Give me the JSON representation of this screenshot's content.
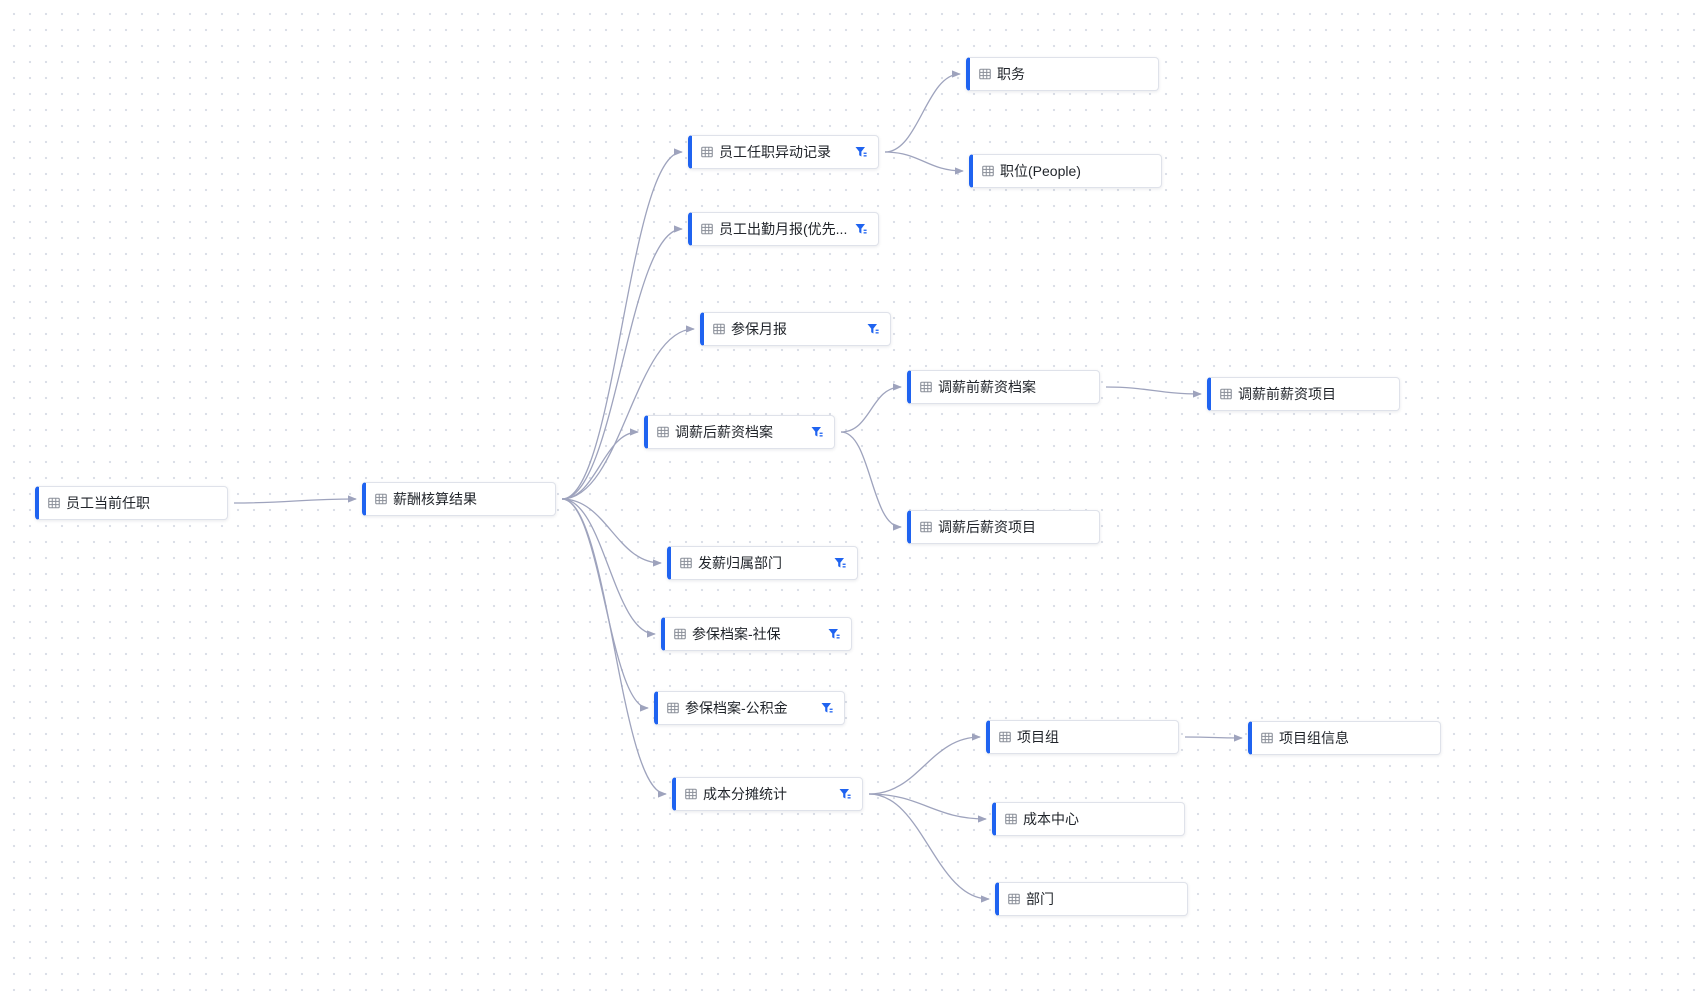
{
  "colors": {
    "accent": "#1f63f0",
    "edge": "#9ea3bd",
    "node_border": "#dfe2ea",
    "text": "#1f2329",
    "icon": "#8a8f99"
  },
  "icons": {
    "table": "table-icon",
    "filter": "filter-icon"
  },
  "nodes": [
    {
      "id": "n1",
      "label": "员工当前任职",
      "filter": false
    },
    {
      "id": "n2",
      "label": "薪酬核算结果",
      "filter": false
    },
    {
      "id": "n3",
      "label": "员工任职异动记录",
      "filter": true
    },
    {
      "id": "n4",
      "label": "员工出勤月报(优先...",
      "filter": true
    },
    {
      "id": "n5",
      "label": "参保月报",
      "filter": true
    },
    {
      "id": "n6",
      "label": "调薪后薪资档案",
      "filter": true
    },
    {
      "id": "n7",
      "label": "发薪归属部门",
      "filter": true
    },
    {
      "id": "n8",
      "label": "参保档案-社保",
      "filter": true
    },
    {
      "id": "n9",
      "label": "参保档案-公积金",
      "filter": true
    },
    {
      "id": "n10",
      "label": "成本分摊统计",
      "filter": true
    },
    {
      "id": "n11",
      "label": "职务",
      "filter": false
    },
    {
      "id": "n12",
      "label": "职位(People)",
      "filter": false
    },
    {
      "id": "n13",
      "label": "调薪前薪资档案",
      "filter": false
    },
    {
      "id": "n14",
      "label": "调薪后薪资项目",
      "filter": false
    },
    {
      "id": "n15",
      "label": "调薪前薪资项目",
      "filter": false
    },
    {
      "id": "n16",
      "label": "项目组",
      "filter": false
    },
    {
      "id": "n17",
      "label": "成本中心",
      "filter": false
    },
    {
      "id": "n18",
      "label": "部门",
      "filter": false
    },
    {
      "id": "n19",
      "label": "项目组信息",
      "filter": false
    }
  ],
  "edges": [
    {
      "from": "n1",
      "to": "n2"
    },
    {
      "from": "n2",
      "to": "n3"
    },
    {
      "from": "n2",
      "to": "n4"
    },
    {
      "from": "n2",
      "to": "n5"
    },
    {
      "from": "n2",
      "to": "n6"
    },
    {
      "from": "n2",
      "to": "n7"
    },
    {
      "from": "n2",
      "to": "n8"
    },
    {
      "from": "n2",
      "to": "n9"
    },
    {
      "from": "n2",
      "to": "n10"
    },
    {
      "from": "n3",
      "to": "n11"
    },
    {
      "from": "n3",
      "to": "n12"
    },
    {
      "from": "n6",
      "to": "n13"
    },
    {
      "from": "n6",
      "to": "n14"
    },
    {
      "from": "n13",
      "to": "n15"
    },
    {
      "from": "n10",
      "to": "n16"
    },
    {
      "from": "n10",
      "to": "n17"
    },
    {
      "from": "n10",
      "to": "n18"
    },
    {
      "from": "n16",
      "to": "n19"
    }
  ]
}
